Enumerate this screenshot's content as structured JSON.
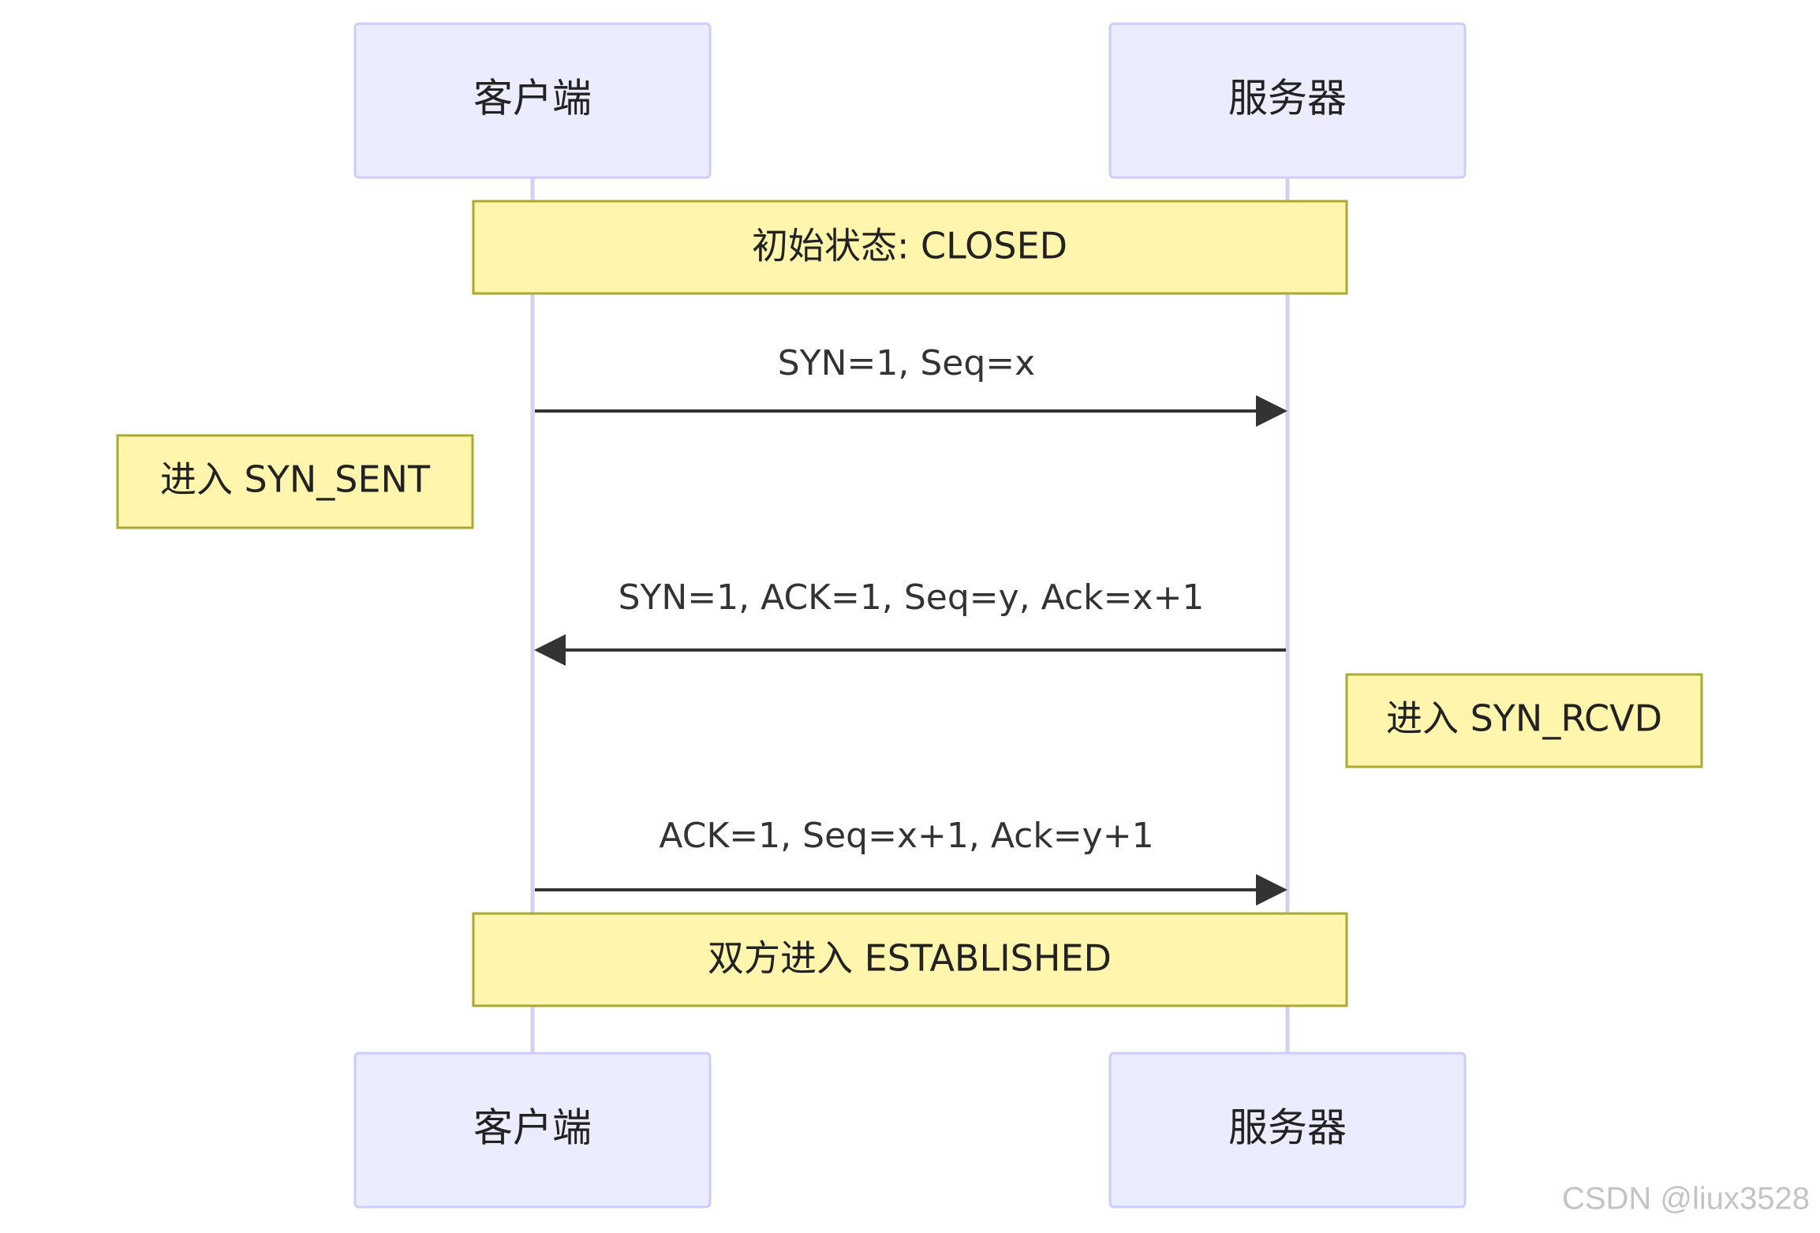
{
  "actors": {
    "client": {
      "label": "客户端"
    },
    "server": {
      "label": "服务器"
    }
  },
  "notes": {
    "initial_state": "初始状态: CLOSED",
    "client_syn_sent": "进入 SYN_SENT",
    "server_syn_rcvd": "进入 SYN_RCVD",
    "both_established": "双方进入 ESTABLISHED"
  },
  "messages": [
    {
      "label": "SYN=1, Seq=x",
      "from": "client",
      "to": "server"
    },
    {
      "label": "SYN=1, ACK=1, Seq=y, Ack=x+1",
      "from": "server",
      "to": "client"
    },
    {
      "label": "ACK=1, Seq=x+1, Ack=y+1",
      "from": "client",
      "to": "server"
    }
  ],
  "watermark": "CSDN @liux3528",
  "colors": {
    "actor_fill": "#ECECFF",
    "actor_stroke": "#CCCCFF",
    "lifeline": "#D6D0F0",
    "note_fill": "#FFF5AD",
    "note_stroke": "#AAAA33",
    "arrow": "#333333"
  }
}
